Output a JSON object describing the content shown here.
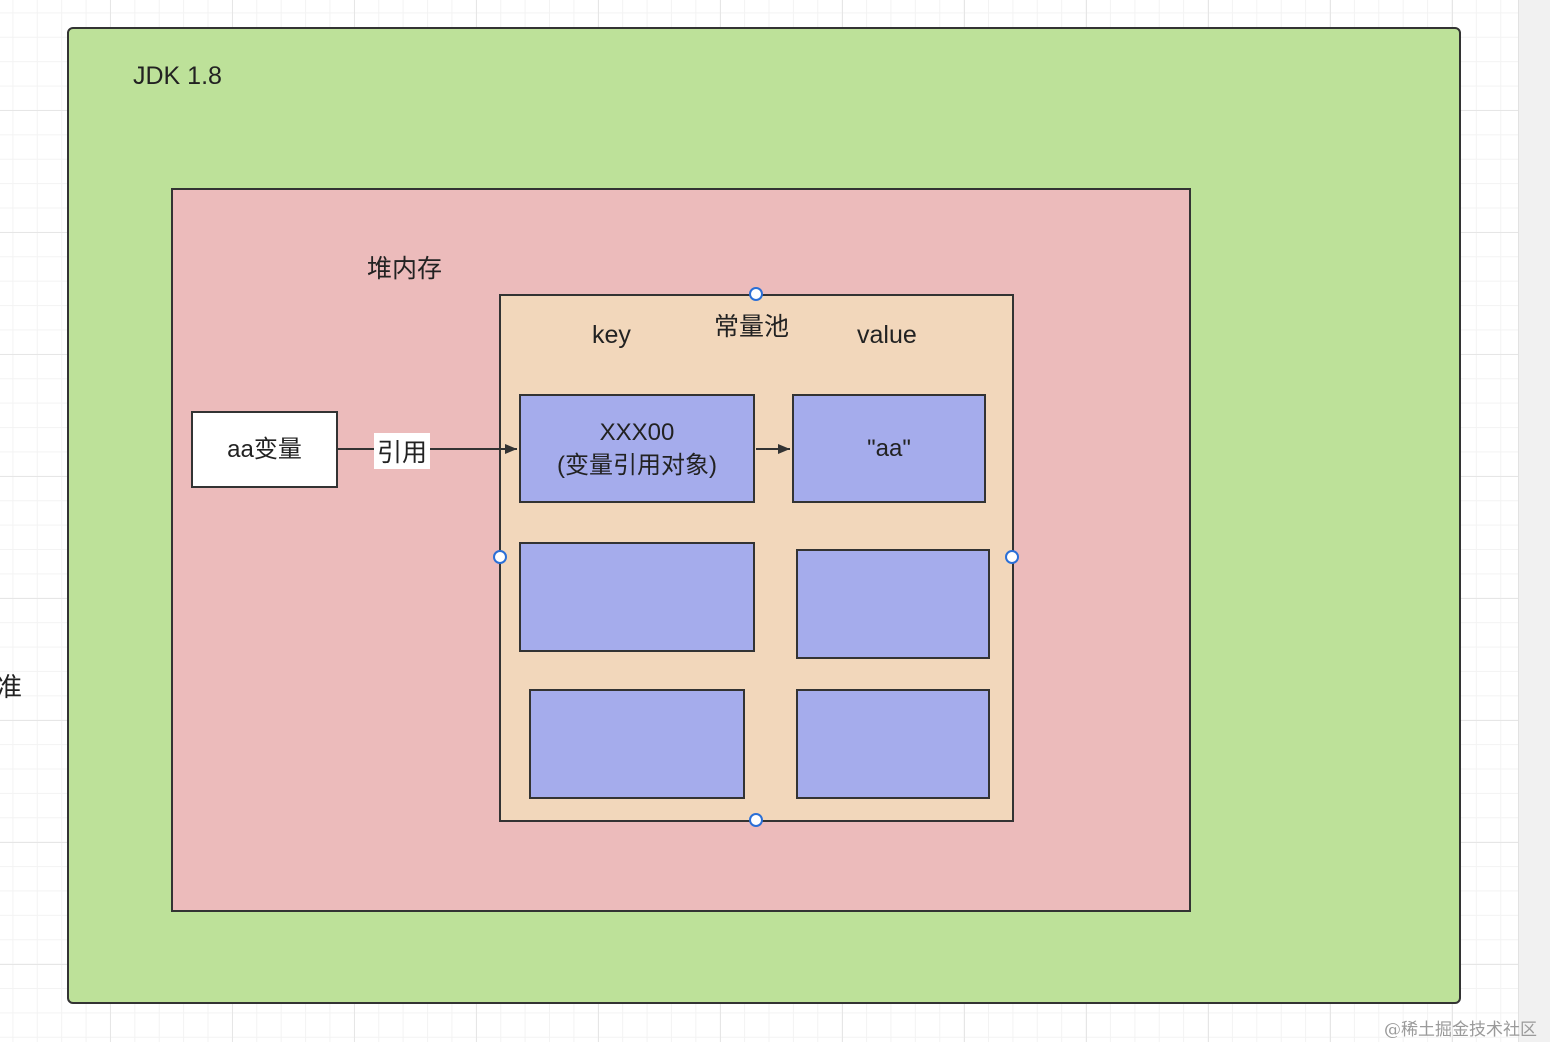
{
  "colors": {
    "jdk_fill": "#bde199",
    "heap_fill": "#ecbbbb",
    "pool_fill": "#f2d7bb",
    "entry_fill": "#a5acec",
    "var_fill": "#ffffff",
    "stroke": "#333333",
    "handle_stroke": "#2b6fd6"
  },
  "jdk": {
    "label": "JDK 1.8"
  },
  "heap": {
    "label": "堆内存"
  },
  "pool": {
    "label": "常量池",
    "key_header": "key",
    "value_header": "value",
    "entries": [
      {
        "key_line1": "XXX00",
        "key_line2": "(变量引用对象)",
        "value": "\"aa\""
      },
      {
        "key_line1": "",
        "key_line2": "",
        "value": ""
      },
      {
        "key_line1": "",
        "key_line2": "",
        "value": ""
      }
    ]
  },
  "variable": {
    "label": "aa变量"
  },
  "reference_edge": {
    "label": "引用"
  },
  "left_cut_text": {
    "line1": "]",
    "line2": "准"
  },
  "watermark": "@稀土掘金技术社区",
  "icons": {
    "connection_handle": "circle-handle-icon",
    "arrowhead": "filled-triangle-arrow"
  }
}
